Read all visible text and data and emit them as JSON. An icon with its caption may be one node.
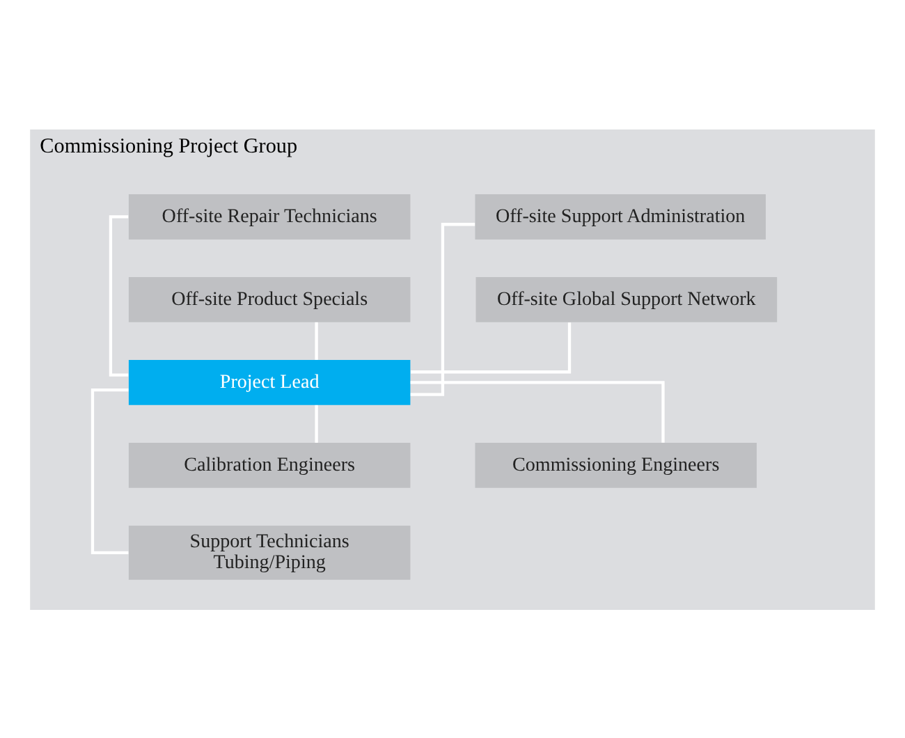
{
  "diagram": {
    "nodes": [
      {
        "text": [
          "Commissioning Project Group"
        ]
      },
      {
        "text": [
          "Off-site Repair Technicians"
        ],
        "in": 0
      },
      {
        "text": [
          "Off-site Support Administration"
        ],
        "in": 0
      },
      {
        "text": [
          "Off-site Product Specials"
        ],
        "in": 0
      },
      {
        "text": [
          "Off-site Global Support Network"
        ],
        "in": 0
      },
      {
        "text": [
          "Project Lead"
        ],
        "in": 0
      },
      {
        "text": [
          "Calibration Engineers"
        ],
        "in": 0
      },
      {
        "text": [
          "Commissioning Engineers"
        ],
        "in": 0
      },
      {
        "text": [
          "Support Technicians Tubing/Piping"
        ],
        "in": 0
      }
    ],
    "edges": [
      {
        "from": 5,
        "to": 1,
        "arrow": "none"
      },
      {
        "from": 5,
        "to": 2,
        "arrow": "none"
      },
      {
        "from": 5,
        "to": 3,
        "arrow": "none"
      },
      {
        "from": 5,
        "to": 4,
        "arrow": "none"
      },
      {
        "from": 5,
        "to": 6,
        "arrow": "none"
      },
      {
        "from": 5,
        "to": 7,
        "arrow": "none"
      },
      {
        "from": 5,
        "to": 8,
        "arrow": "none"
      }
    ]
  }
}
